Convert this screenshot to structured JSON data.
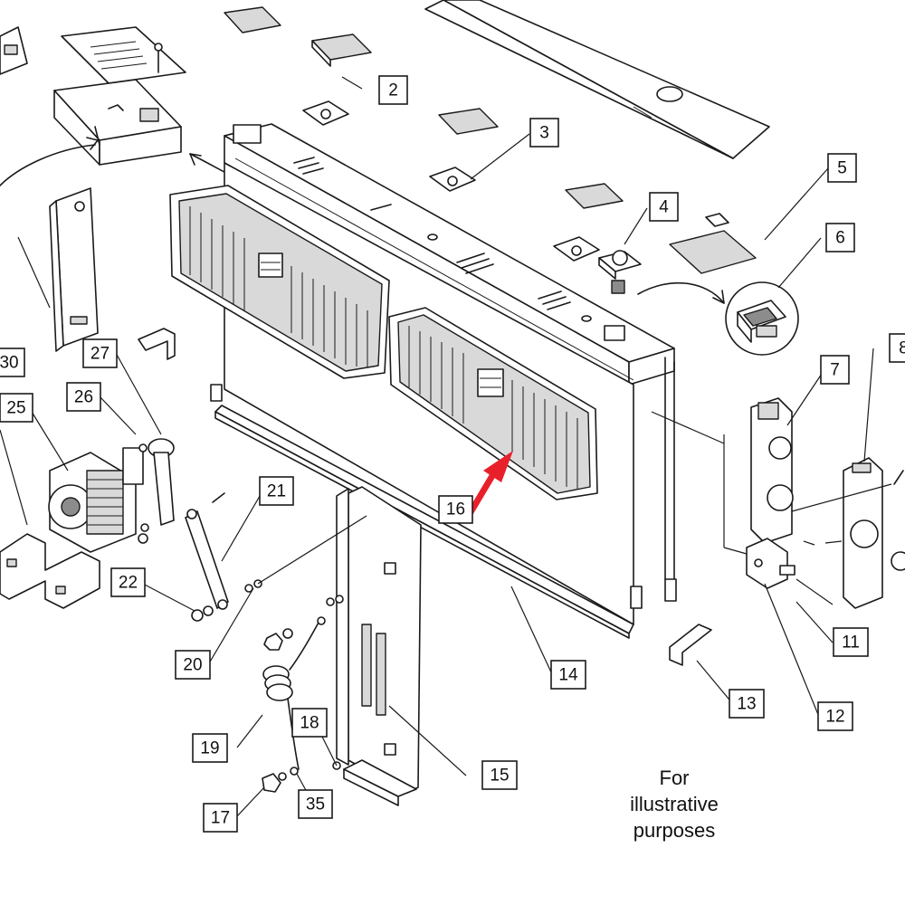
{
  "callouts": [
    {
      "label": "2"
    },
    {
      "label": "3"
    },
    {
      "label": "4"
    },
    {
      "label": "5"
    },
    {
      "label": "6"
    },
    {
      "label": "7"
    },
    {
      "label": "8"
    },
    {
      "label": "11"
    },
    {
      "label": "12"
    },
    {
      "label": "13"
    },
    {
      "label": "14"
    },
    {
      "label": "15"
    },
    {
      "label": "16"
    },
    {
      "label": "17"
    },
    {
      "label": "18"
    },
    {
      "label": "19"
    },
    {
      "label": "20"
    },
    {
      "label": "21"
    },
    {
      "label": "22"
    },
    {
      "label": "25"
    },
    {
      "label": "26"
    },
    {
      "label": "27"
    },
    {
      "label": "30"
    },
    {
      "label": "35"
    }
  ],
  "note": {
    "line1": "For",
    "line2": "illustrative",
    "line3": "purposes"
  },
  "colors": {
    "line": "#1a1a1a",
    "highlight_arrow": "#e8202a",
    "background": "#ffffff"
  }
}
